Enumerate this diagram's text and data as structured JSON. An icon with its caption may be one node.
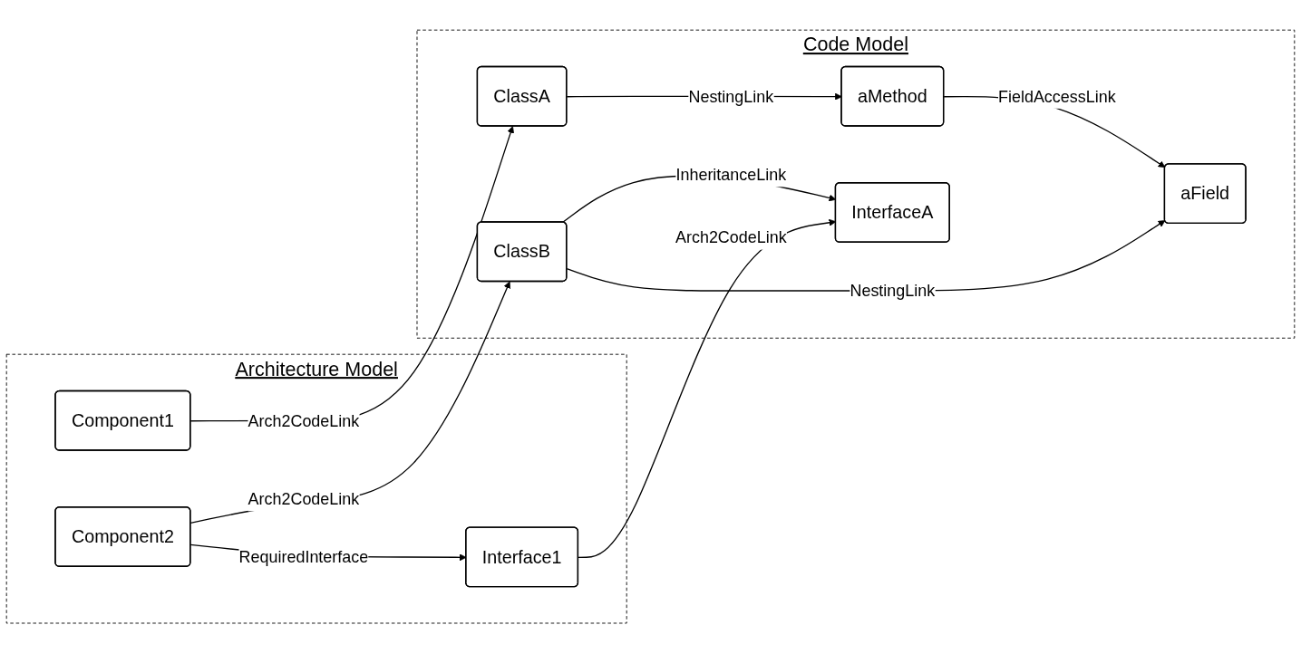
{
  "diagram": {
    "nodes": [
      {
        "text": [
          "Architecture Model"
        ]
      },
      {
        "text": [
          "Component1"
        ],
        "in": 0
      },
      {
        "text": [
          "Component2"
        ],
        "in": 0
      },
      {
        "text": [
          "Interface1"
        ],
        "in": 0
      },
      {
        "text": [
          "Code Model"
        ]
      },
      {
        "text": [
          "ClassA"
        ],
        "in": 4
      },
      {
        "text": [
          "aMethod"
        ],
        "in": 4
      },
      {
        "text": [
          "ClassB"
        ],
        "in": 4
      },
      {
        "text": [
          "aField"
        ],
        "in": 4
      },
      {
        "text": [
          "InterfaceA"
        ],
        "in": 4
      }
    ],
    "edges": [
      {
        "from": 1,
        "to": 5,
        "arrow": "to",
        "label": "Arch2CodeLink"
      },
      {
        "from": 5,
        "to": 6,
        "arrow": "to",
        "label": "NestingLink"
      },
      {
        "from": 6,
        "to": 8,
        "arrow": "to",
        "label": "FieldAccessLink"
      },
      {
        "from": 2,
        "to": 7,
        "arrow": "to",
        "label": "Arch2CodeLink"
      },
      {
        "from": 7,
        "to": 8,
        "arrow": "to",
        "label": "NestingLink"
      },
      {
        "from": 2,
        "to": 3,
        "arrow": "to",
        "label": "RequiredInterface"
      },
      {
        "from": 7,
        "to": 9,
        "arrow": "to",
        "label": "InheritanceLink"
      },
      {
        "from": 3,
        "to": 9,
        "arrow": "to",
        "label": "Arch2CodeLink"
      }
    ]
  }
}
